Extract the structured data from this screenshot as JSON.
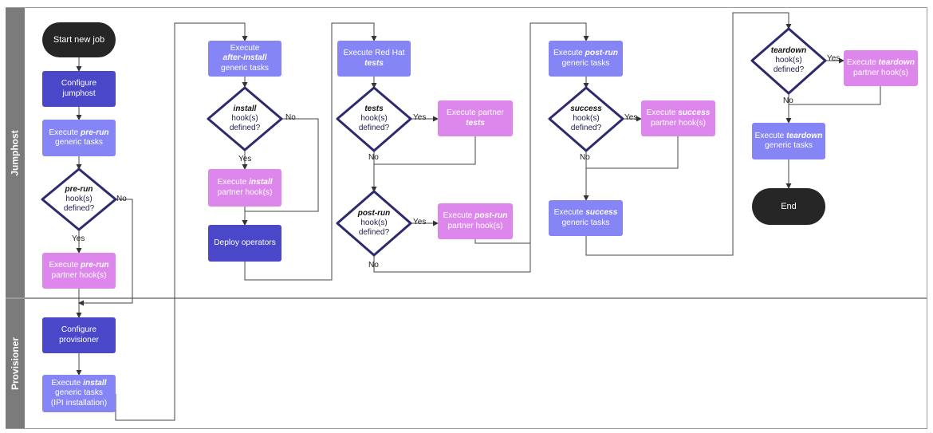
{
  "lanes": {
    "jumphost": "Jumphost",
    "provisioner": "Provisioner"
  },
  "nodes": {
    "start": "Start new job",
    "configure_jumphost": [
      "Configure",
      "jumphost"
    ],
    "pre_run_generic": [
      "Execute ",
      "pre-run",
      "generic tasks"
    ],
    "pre_run_decision": [
      "pre-run",
      "hook(s)",
      "defined?"
    ],
    "pre_run_partner": [
      "Execute ",
      "pre-run",
      "partner hook(s)"
    ],
    "configure_provisioner": [
      "Configure",
      "provisioner"
    ],
    "install_generic": [
      "Execute ",
      "install",
      "generic tasks",
      "(IPI installation)"
    ],
    "after_install_generic": [
      "Execute",
      "after-install",
      "generic tasks"
    ],
    "install_decision": [
      "install",
      "hook(s)",
      "defined?"
    ],
    "install_partner": [
      "Execute ",
      "install",
      "partner hook(s)"
    ],
    "deploy_operators": "Deploy operators",
    "redhat_tests": [
      "Execute Red Hat",
      "tests"
    ],
    "tests_decision": [
      "tests",
      "hook(s)",
      "defined?"
    ],
    "partner_tests": [
      "Execute partner",
      "tests"
    ],
    "post_run_decision": [
      "post-run",
      "hook(s)",
      "defined?"
    ],
    "post_run_partner": [
      "Execute ",
      "post-run",
      "partner hook(s)"
    ],
    "post_run_generic": [
      "Execute ",
      "post-run",
      "generic tasks"
    ],
    "success_decision": [
      "success",
      "hook(s)",
      "defined?"
    ],
    "success_partner": [
      "Execute ",
      "success",
      "partner hook(s)"
    ],
    "success_generic": [
      "Execute ",
      "success",
      "generic tasks"
    ],
    "teardown_decision": [
      "teardown",
      "hook(s)",
      "defined?"
    ],
    "teardown_partner": [
      "Execute ",
      "teardown",
      "partner hook(s)"
    ],
    "teardown_generic": [
      "Execute ",
      "teardown",
      "generic tasks"
    ],
    "end": "End"
  },
  "edge_labels": {
    "yes": "Yes",
    "no": "No"
  },
  "colors": {
    "terminal": "#262626",
    "configure": "#4a47c9",
    "generic_task": "#8585f6",
    "partner_hook": "#dd86ec",
    "decision_border": "#2d2a6e"
  }
}
